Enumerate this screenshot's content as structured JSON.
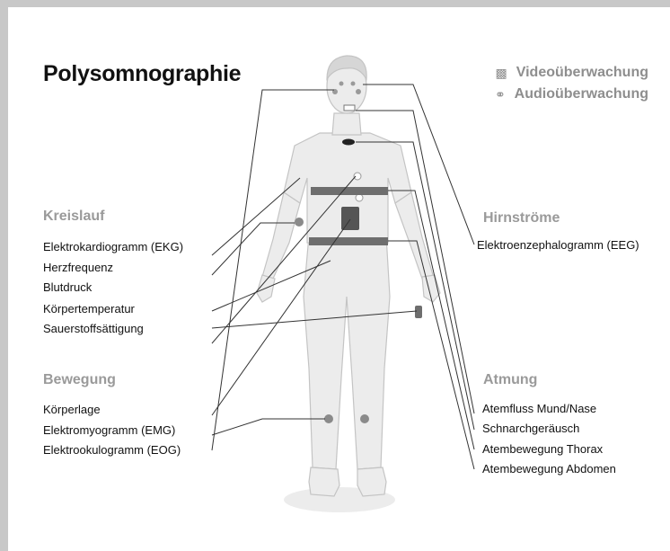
{
  "title": "Polysomnographie",
  "legend": [
    {
      "label": "Videoüberwachung",
      "icon": "video-camera-icon"
    },
    {
      "label": "Audioüberwachung",
      "icon": "microphone-icon"
    }
  ],
  "sections": {
    "kreislauf": {
      "heading": "Kreislauf",
      "items": [
        "Elektrokardiogramm (EKG)",
        "Herzfrequenz",
        "Blutdruck",
        "Körpertemperatur",
        "Sauerstoffsättigung"
      ]
    },
    "bewegung": {
      "heading": "Bewegung",
      "items": [
        "Körperlage",
        "Elektromyogramm (EMG)",
        "Elektrookulogramm (EOG)"
      ]
    },
    "hirnstroeme": {
      "heading": "Hirnströme",
      "items": [
        "Elektroenzephalogramm (EEG)"
      ]
    },
    "atmung": {
      "heading": "Atmung",
      "items": [
        "Atemfluss Mund/Nase",
        "Schnarchgeräusch",
        "Atembewegung Thorax",
        "Atembewegung Abdomen"
      ]
    }
  },
  "colors": {
    "frame": "#c8c8c8",
    "heading_gray": "#9a9a9a",
    "body_fill": "#ebebeb",
    "belt": "#6e6e6e",
    "sensor": "#8a8a8a"
  }
}
